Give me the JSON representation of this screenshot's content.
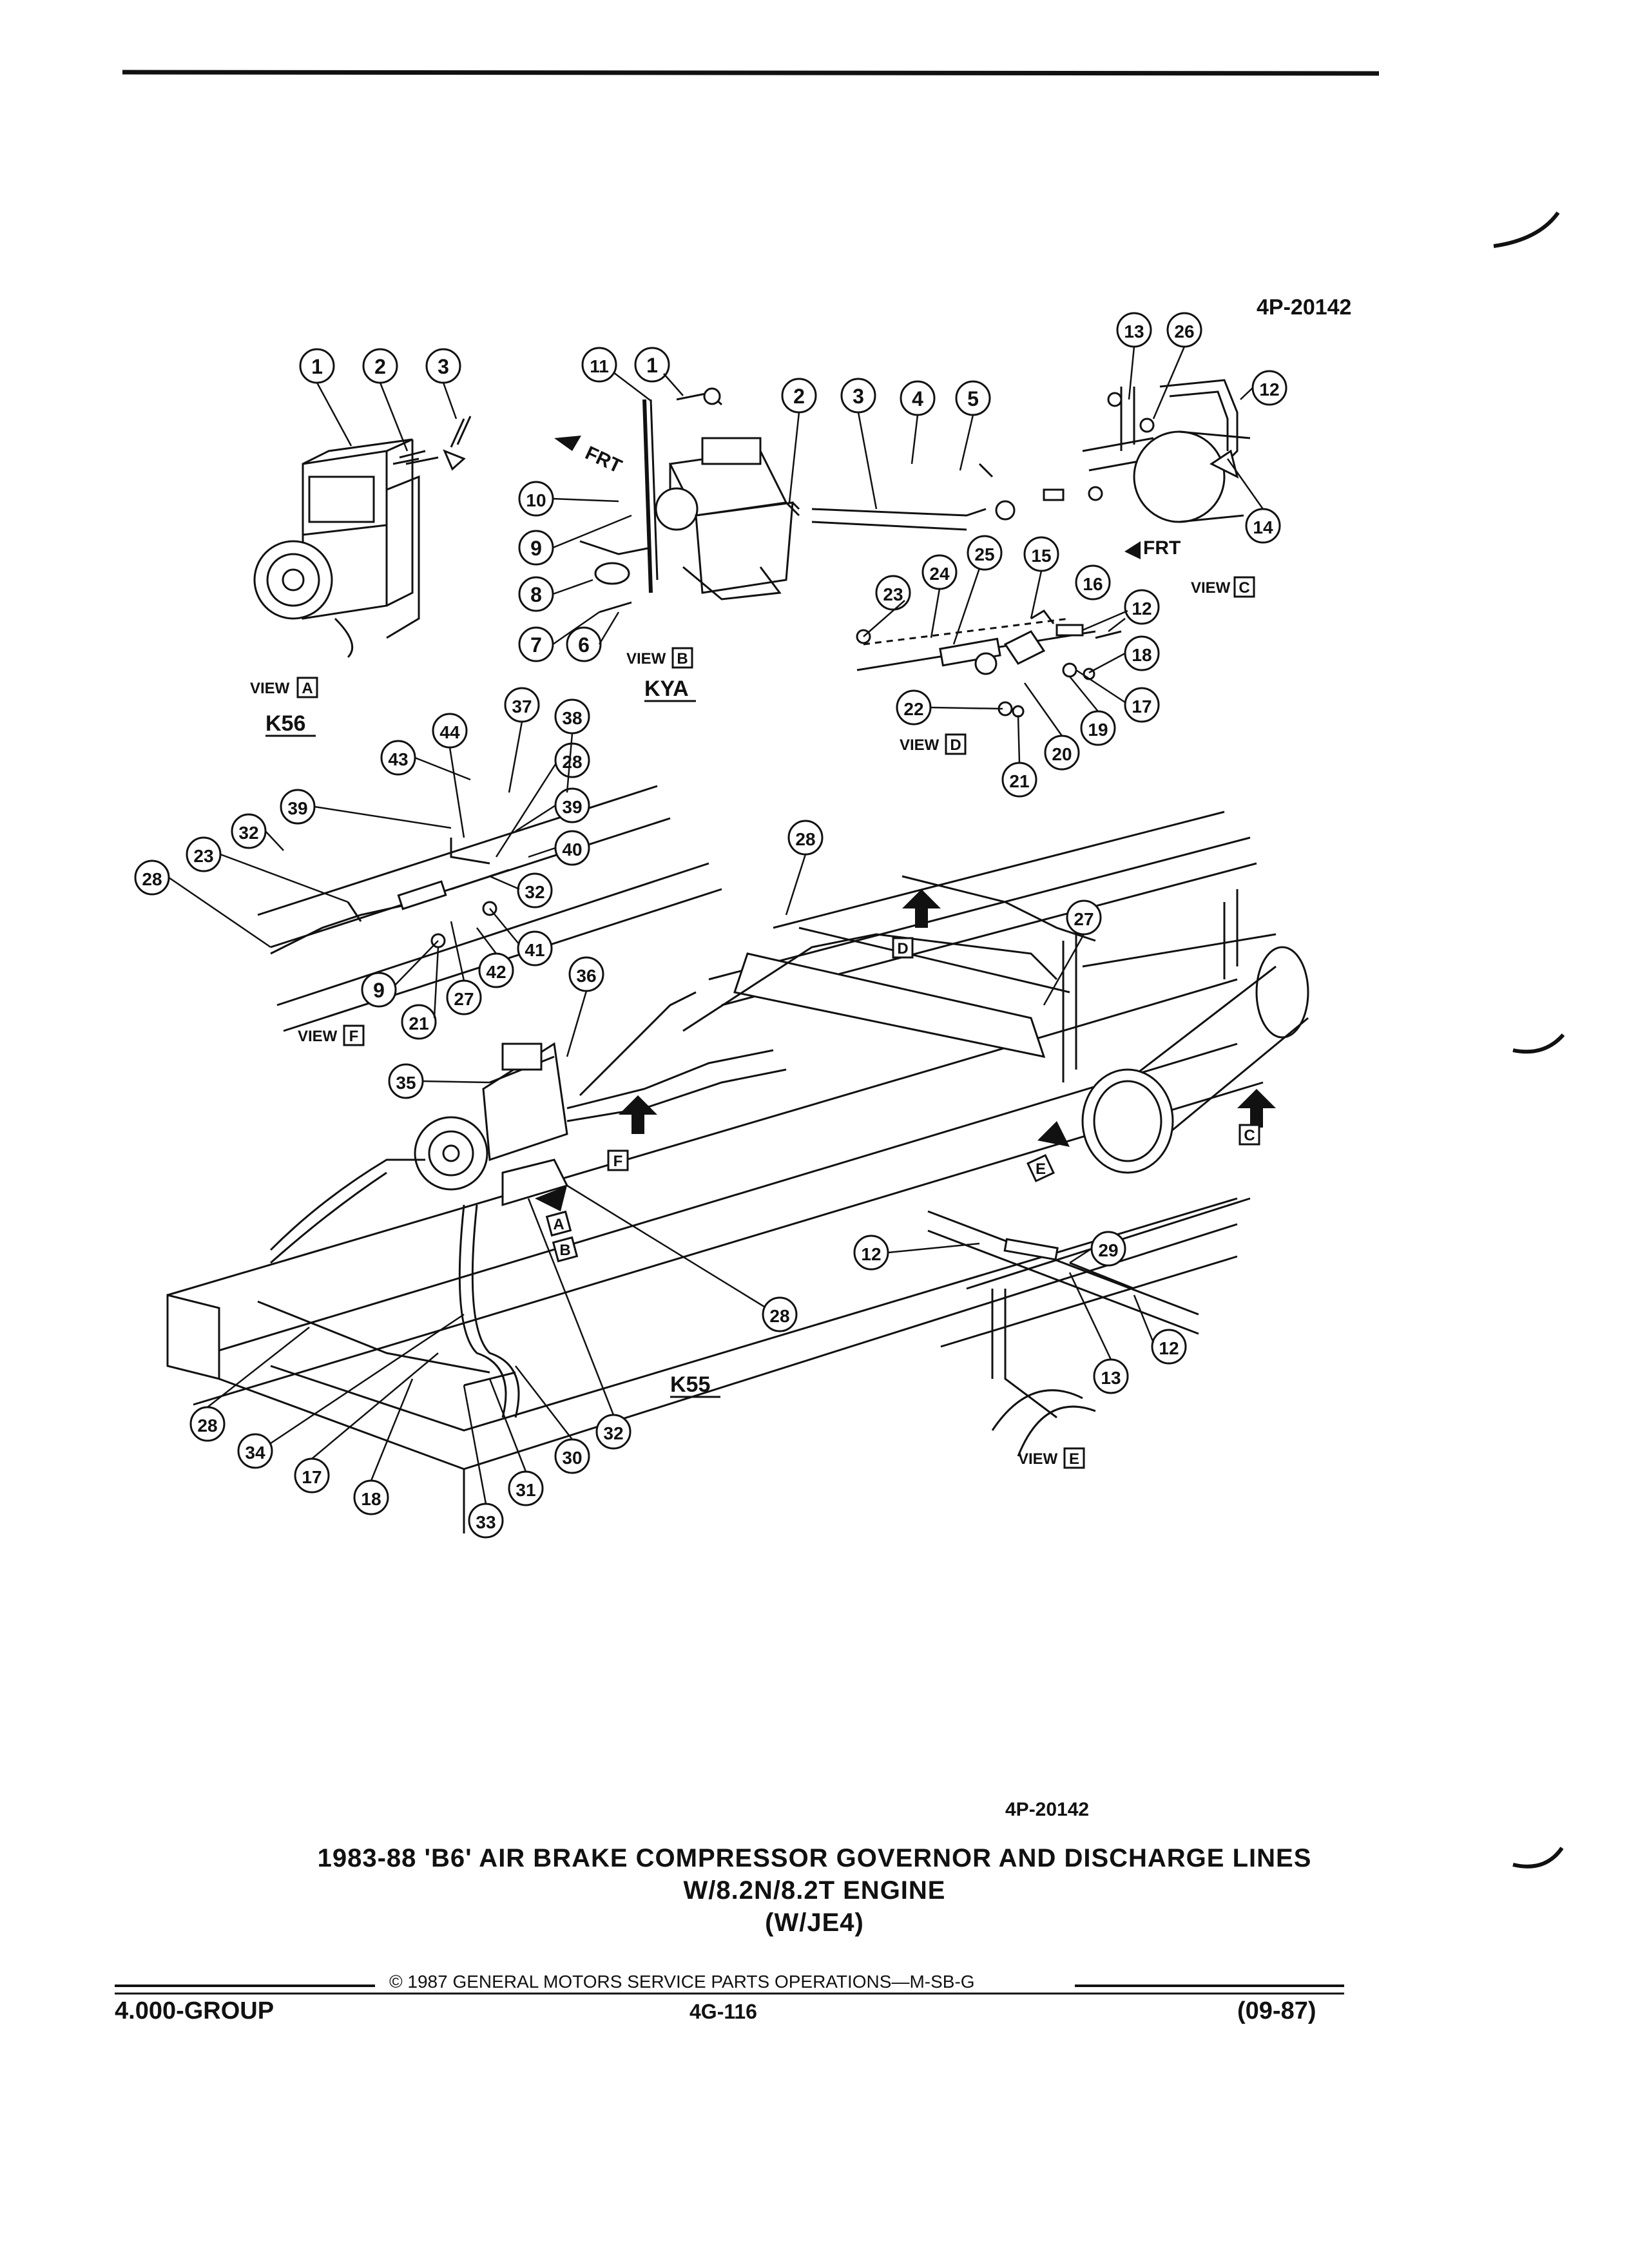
{
  "figure_code_top": "4P-20142",
  "figure_code_bottom": "4P-20142",
  "title_line1": "1983-88 'B6' AIR BRAKE COMPRESSOR GOVERNOR AND DISCHARGE LINES",
  "title_line2": "W/8.2N/8.2T ENGINE",
  "title_line3": "(W/JE4)",
  "copyright": "© 1987 GENERAL MOTORS SERVICE PARTS OPERATIONS—M-SB-G",
  "group": "4.000-GROUP",
  "page_number": "4G-116",
  "date": "(09-87)",
  "frt": "FRT",
  "view_word": "VIEW",
  "view_letters": [
    "A",
    "B",
    "C",
    "D",
    "E",
    "F"
  ],
  "codes": {
    "k56": "K56",
    "kya": "KYA",
    "k55": "K55"
  },
  "callouts": {
    "a": [
      "1",
      "2",
      "3"
    ],
    "b": [
      "11",
      "1",
      "2",
      "3",
      "4",
      "5",
      "10",
      "9",
      "8",
      "7",
      "6"
    ],
    "c": [
      "13",
      "26",
      "12",
      "14"
    ],
    "d": [
      "23",
      "24",
      "25",
      "15",
      "16",
      "12",
      "18",
      "17",
      "19",
      "20",
      "22",
      "21"
    ],
    "f": [
      "37",
      "38",
      "44",
      "43",
      "28",
      "39",
      "39",
      "40",
      "32",
      "23",
      "28",
      "32",
      "41",
      "42",
      "9",
      "27",
      "21"
    ],
    "main": [
      "28",
      "27",
      "36",
      "35",
      "28",
      "32",
      "28",
      "34",
      "17",
      "18",
      "33",
      "31",
      "30"
    ],
    "e": [
      "12",
      "29",
      "13",
      "12"
    ]
  }
}
